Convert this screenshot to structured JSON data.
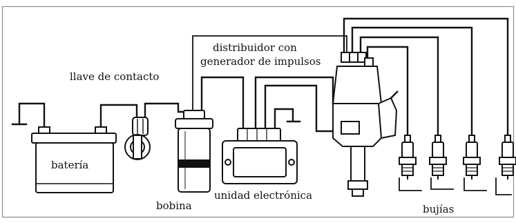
{
  "labels": {
    "battery": "batería",
    "ignition_switch": "llave de contacto",
    "coil": "bobina",
    "ecu": "unidad electrónica",
    "distributor_line1": "distribuidor con",
    "distributor_line2": "generador de impulsos",
    "spark_plugs": "bujías"
  },
  "colors": {
    "ink": "#111111",
    "fill": "#ffffff",
    "frame": "#8a8a8a"
  }
}
